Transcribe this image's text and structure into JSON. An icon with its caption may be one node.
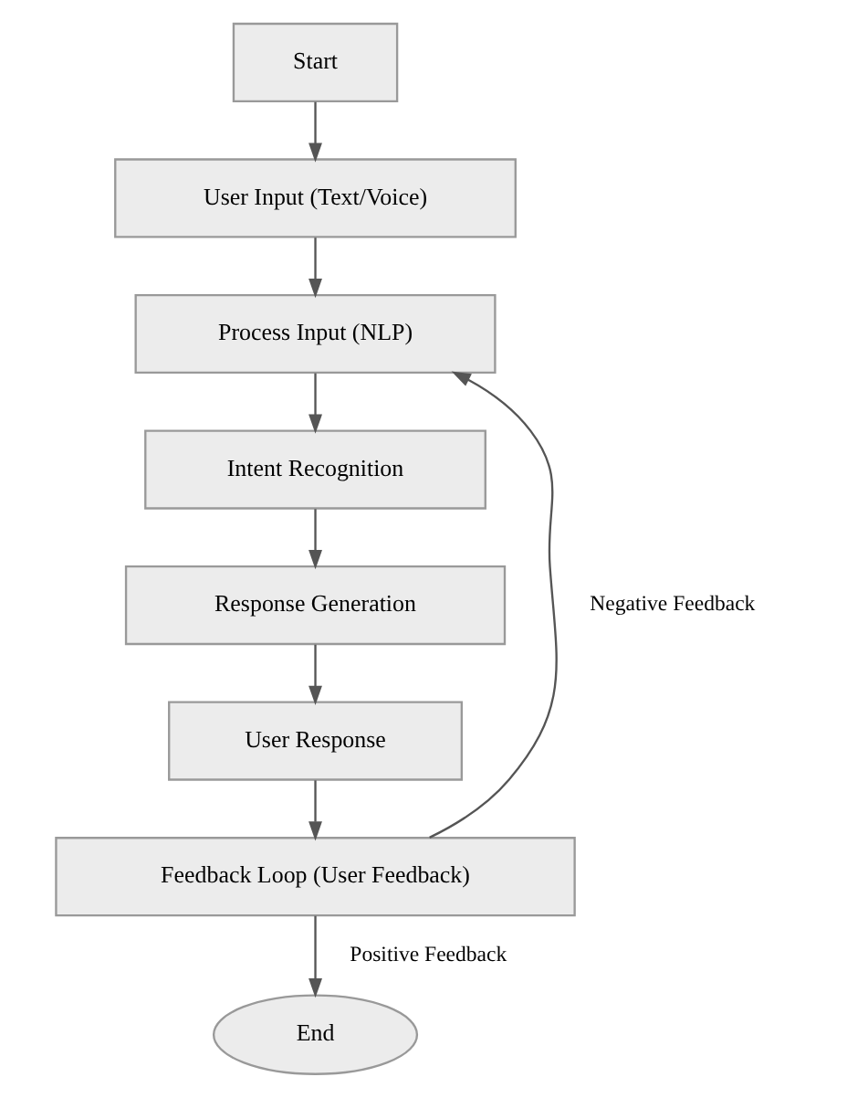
{
  "diagram": {
    "nodes": [
      {
        "text": [
          "Start"
        ]
      },
      {
        "text": [
          "User Input (Text/Voice)"
        ]
      },
      {
        "text": [
          "Process Input (NLP)"
        ]
      },
      {
        "text": [
          "Intent Recognition"
        ]
      },
      {
        "text": [
          "Response Generation"
        ]
      },
      {
        "text": [
          "User Response"
        ]
      },
      {
        "text": [
          "Feedback Loop (User Feedback)"
        ]
      },
      {
        "text": [
          "End"
        ]
      }
    ],
    "edges": [
      {
        "from": 0,
        "to": 1,
        "arrow": "to"
      },
      {
        "from": 1,
        "to": 2,
        "arrow": "to"
      },
      {
        "from": 2,
        "to": 3,
        "arrow": "to"
      },
      {
        "from": 3,
        "to": 4,
        "arrow": "to"
      },
      {
        "from": 4,
        "to": 5,
        "arrow": "to"
      },
      {
        "from": 5,
        "to": 6,
        "arrow": "to"
      },
      {
        "from": 6,
        "to": 2,
        "arrow": "to",
        "label": "Negative Feedback"
      },
      {
        "from": 6,
        "to": 7,
        "arrow": "to",
        "label": "Positive Feedback"
      }
    ]
  }
}
